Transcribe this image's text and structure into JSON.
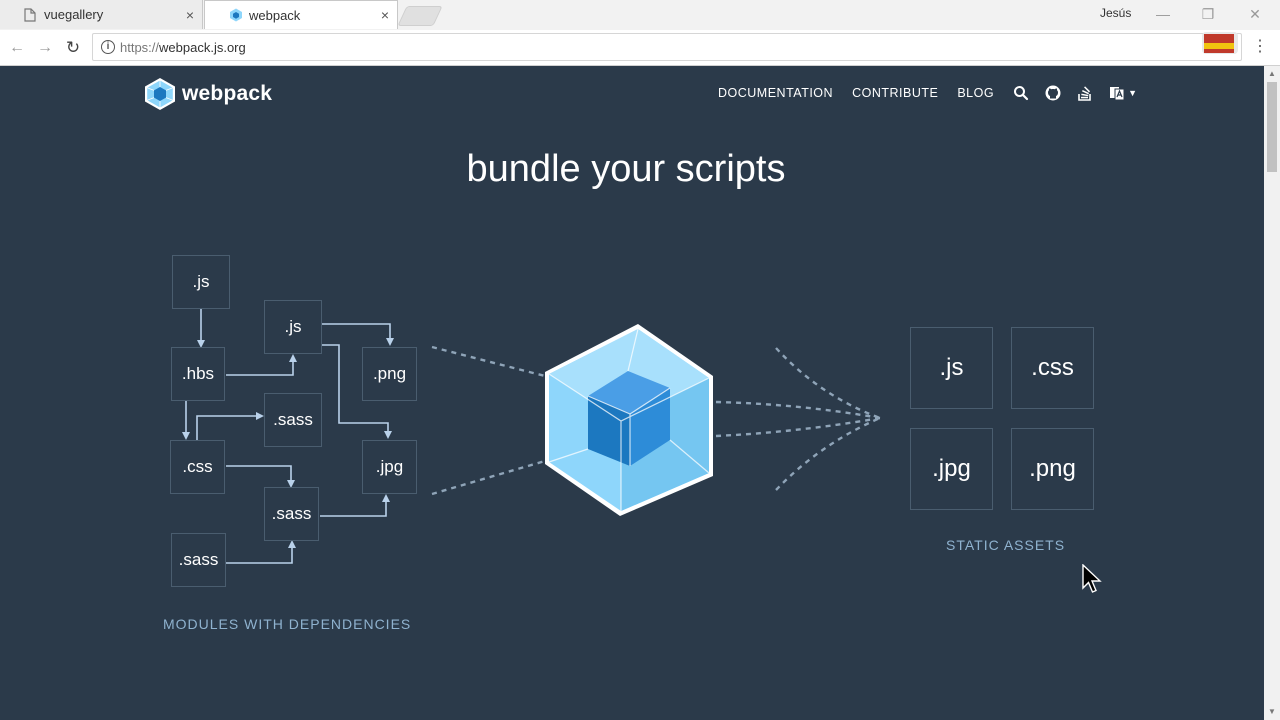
{
  "browser": {
    "tabs": [
      {
        "title": "vuegallery",
        "active": false,
        "close": "×"
      },
      {
        "title": "webpack",
        "active": true,
        "close": "×"
      }
    ],
    "profile_name": "Jesús",
    "url_scheme": "https://",
    "url_host": "webpack.js.org",
    "window_controls": {
      "minimize": "—",
      "restore": "❐",
      "close": "✕"
    },
    "nav_glyphs": {
      "back": "←",
      "forward": "→",
      "reload": "↻",
      "info": "i",
      "menu": "⋮"
    }
  },
  "site": {
    "logo_text": "webpack",
    "nav": {
      "documentation": "DOCUMENTATION",
      "contribute": "CONTRIBUTE",
      "blog": "BLOG"
    },
    "headline": "bundle your scripts",
    "modules": [
      ".js",
      ".js",
      ".hbs",
      ".png",
      ".sass",
      ".css",
      ".jpg",
      ".sass",
      ".sass"
    ],
    "assets": [
      ".js",
      ".css",
      ".jpg",
      ".png"
    ],
    "captions": {
      "modules": "MODULES WITH DEPENDENCIES",
      "assets": "STATIC ASSETS"
    }
  },
  "colors": {
    "page_bg": "#2b3a4a",
    "box_border": "#4a5d6f",
    "arrow": "#b9d1ea",
    "cube_light": "#8ed6fb",
    "cube_dark": "#1c78c0",
    "caption": "#8fb2cf"
  },
  "icons": {
    "search": "search-icon",
    "github": "github-icon",
    "stackoverflow": "stackoverflow-icon",
    "language": "language-icon",
    "cursor": "mouse-pointer-icon"
  }
}
